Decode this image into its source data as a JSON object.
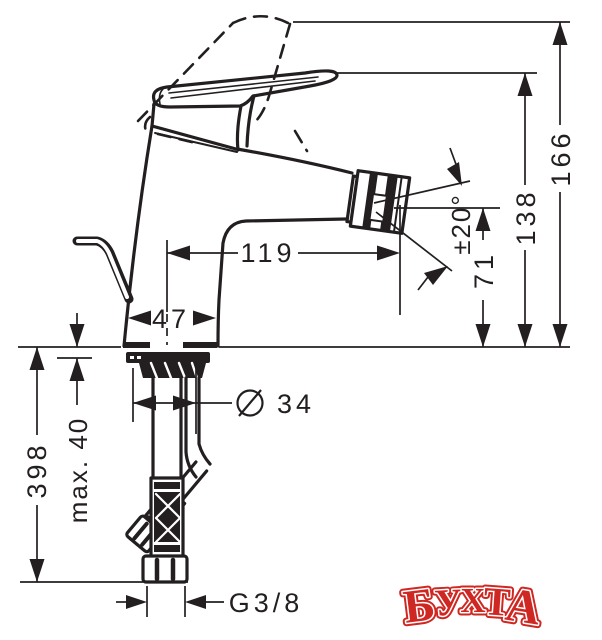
{
  "drawing": {
    "title": "bidet-mixer-technical-drawing",
    "line_color": "#231f20",
    "background": "#ffffff",
    "dimensions": {
      "overall_height": "166",
      "height_to_spout_top": "138",
      "outlet_height": "71",
      "spout_swivel_angle": "±20°",
      "spout_reach": "119",
      "body_width": "47",
      "diameter_prefix_value": "34",
      "max_deck_thickness": "max. 40",
      "hose_length": "398",
      "hose_connection": "G3/8"
    },
    "watermark": {
      "text": "БУХТА",
      "color": "#cf2722",
      "letters": [
        "Б",
        "У",
        "Х",
        "Т",
        "А"
      ]
    }
  }
}
